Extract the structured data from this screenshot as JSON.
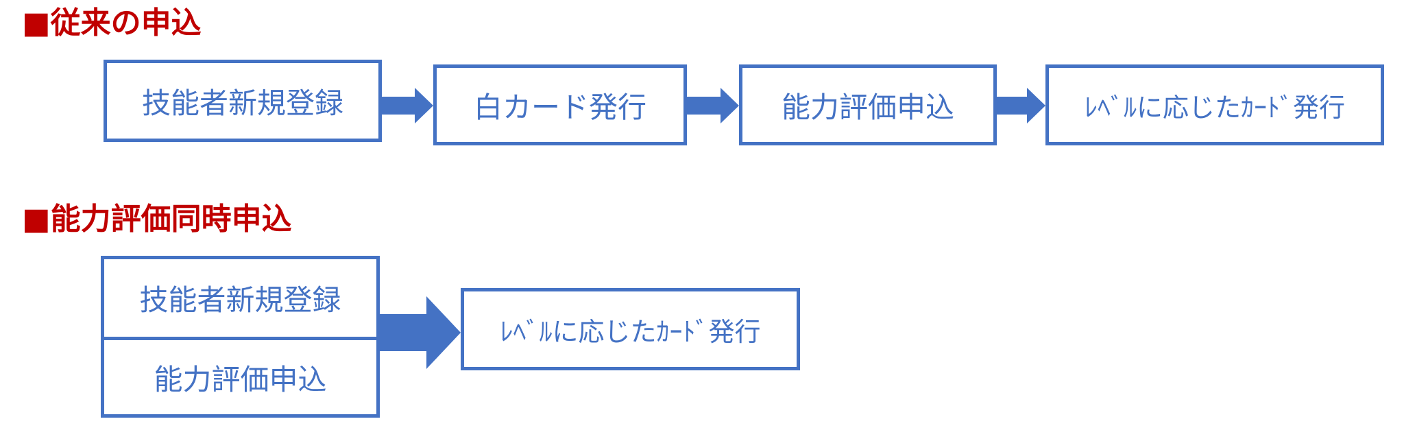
{
  "colors": {
    "heading": "#c00000",
    "accent": "#4472c4",
    "background": "#ffffff"
  },
  "section1": {
    "title": "■従来の申込",
    "steps": [
      "技能者新規登録",
      "白カード発行",
      "能力評価申込",
      "ﾚﾍﾞﾙに応じたｶｰﾄﾞ発行"
    ]
  },
  "section2": {
    "title": "■能力評価同時申込",
    "combined": [
      "技能者新規登録",
      "能力評価申込"
    ],
    "result": "ﾚﾍﾞﾙに応じたｶｰﾄﾞ発行"
  }
}
